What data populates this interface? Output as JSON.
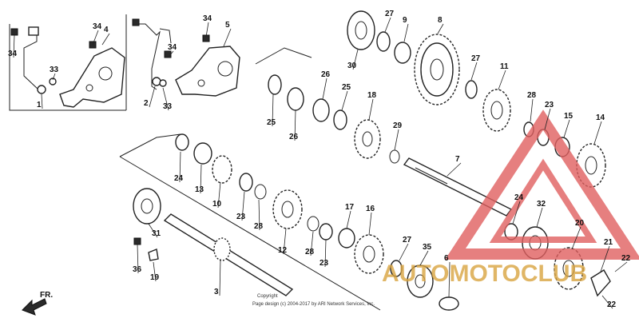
{
  "callouts": [
    "34",
    "4",
    "34",
    "5",
    "34",
    "33",
    "1",
    "2",
    "33",
    "34",
    "24",
    "13",
    "10",
    "23",
    "28",
    "12",
    "28",
    "23",
    "17",
    "16",
    "27",
    "35",
    "6",
    "3",
    "31",
    "36",
    "19",
    "30",
    "27",
    "9",
    "8",
    "27",
    "11",
    "25",
    "26",
    "26",
    "25",
    "18",
    "29",
    "28",
    "23",
    "15",
    "14",
    "7",
    "24",
    "32",
    "20",
    "21",
    "22",
    "22"
  ],
  "watermark": {
    "text": "AUTOMOTOCLUB",
    "accent_color": "#e06060",
    "gold_color": "#d9a441"
  },
  "direction_label": "FR.",
  "copyright": {
    "line1": "Copyright",
    "line2": "Page design (c) 2004-2017 by ARI Network Services, Inc."
  }
}
